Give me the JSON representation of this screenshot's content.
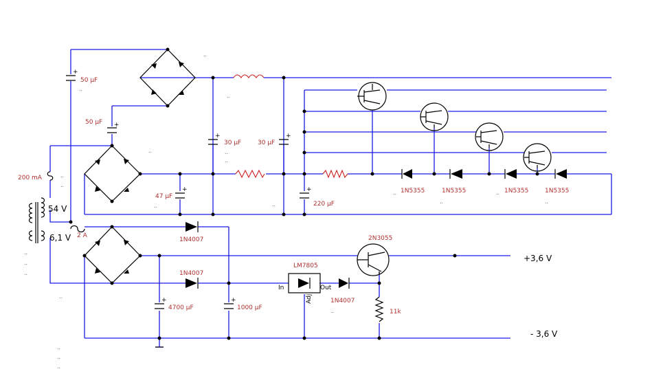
{
  "labels": {
    "c_top": "50 µF",
    "c_mid": "50 µF",
    "c_30a": "30 µF",
    "c_30b": "30 µF",
    "c_47": "47 µF",
    "c_220": "220 µF",
    "c_4700": "4700 µF",
    "c_1000": "1000 µF",
    "fuse_200": "200 mA",
    "fuse_2": "2 A",
    "v54": "54 V",
    "v61": "6,1 V",
    "d1": "1N4007",
    "d2": "1N4007",
    "d3": "1N4007",
    "reg": "LM7805",
    "reg_in": "In",
    "reg_out": "Out",
    "reg_adj": "Adj",
    "tr": "2N3055",
    "r11k": "11k",
    "z1": "1N5355",
    "z2": "1N5355",
    "z3": "1N5355",
    "z4": "1N5355",
    "vplus": "+3,6 V",
    "vminus": "- 3,6 V"
  },
  "colors": {
    "wire": "#1a1ae6",
    "label": "#b03030",
    "component": "#000000"
  }
}
